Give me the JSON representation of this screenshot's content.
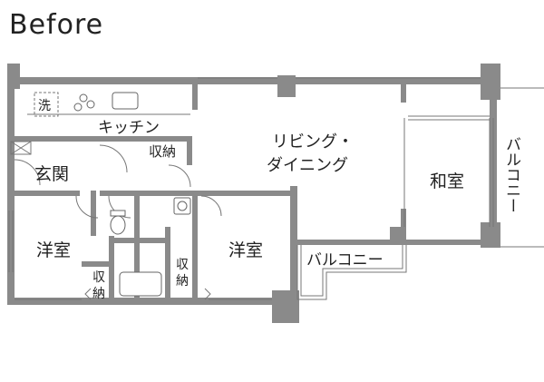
{
  "title": "Before",
  "rooms": {
    "laundry": "洗",
    "kitchen": "キッチン",
    "storage_kitchen": "収納",
    "living_line1": "リビング・",
    "living_line2": "ダイニング",
    "entrance": "玄関",
    "washitsu": "和室",
    "western_left": "洋室",
    "western_right": "洋室",
    "storage_left_1": "収",
    "storage_left_2": "納",
    "storage_mid_1": "収",
    "storage_mid_2": "納",
    "balcony_small": "バルコニー",
    "balcony_right": "バルコニー"
  }
}
